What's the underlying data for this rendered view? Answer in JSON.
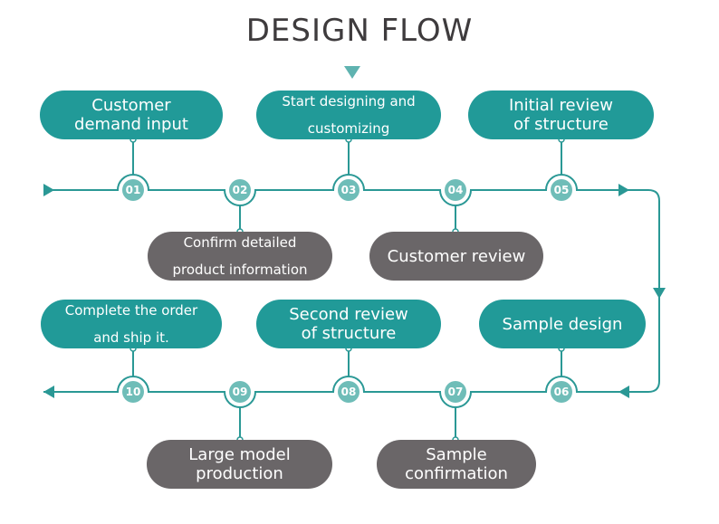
{
  "title": "DESIGN FLOW",
  "colors": {
    "teal_pill": "#219a98",
    "gray_pill": "#6a6668",
    "number_circle": "#6fbdb8",
    "connector_line": "#2a9895",
    "title_text": "#3e3b3d"
  },
  "steps": [
    {
      "number": "01",
      "label": "Customer\ndemand input",
      "style": "teal",
      "side": "up"
    },
    {
      "number": "02",
      "label": "Confirm detailed\nproduct information",
      "style": "gray",
      "side": "down"
    },
    {
      "number": "03",
      "label": "Start designing and\ncustomizing",
      "style": "teal",
      "side": "up"
    },
    {
      "number": "04",
      "label": "Customer review",
      "style": "gray",
      "side": "down"
    },
    {
      "number": "05",
      "label": "Initial review\nof structure",
      "style": "teal",
      "side": "up"
    },
    {
      "number": "06",
      "label": "Sample design",
      "style": "teal",
      "side": "up"
    },
    {
      "number": "07",
      "label": "Sample\nconfirmation",
      "style": "gray",
      "side": "down"
    },
    {
      "number": "08",
      "label": "Second review\nof structure",
      "style": "teal",
      "side": "up"
    },
    {
      "number": "09",
      "label": "Large model\nproduction",
      "style": "gray",
      "side": "down"
    },
    {
      "number": "10",
      "label": "Complete the order\nand ship it.",
      "style": "teal",
      "side": "up"
    }
  ]
}
